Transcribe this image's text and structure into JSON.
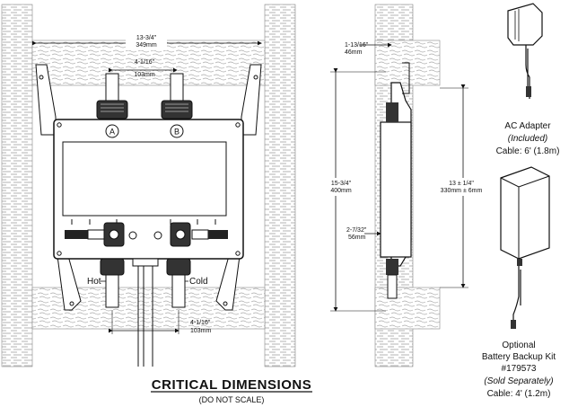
{
  "front_view": {
    "width_label": "13-3/4\"",
    "width_metric": "349mm",
    "inlet_spacing_label": "4-1/16\"",
    "inlet_spacing_metric": "103mm",
    "outlet_spacing_label": "4-1/16\"",
    "outlet_spacing_metric": "103mm",
    "port_a": "A",
    "port_b": "B",
    "hot_label": "Hot",
    "cold_label": "Cold"
  },
  "side_view": {
    "depth_label": "1-13/16\"",
    "depth_metric": "46mm",
    "height_label": "15-3/4\"",
    "height_metric": "400mm",
    "stud_label": "13 ± 1/4\"",
    "stud_metric": "330mm ± 6mm",
    "offset_label": "2-7/32\"",
    "offset_metric": "56mm"
  },
  "ac_adapter": {
    "name": "AC Adapter",
    "note": "(Included)",
    "cable": "Cable: 6' (1.8m)"
  },
  "battery": {
    "line1": "Optional",
    "line2": "Battery Backup Kit",
    "part": "#179573",
    "note": "(Sold Separately)",
    "cable": "Cable: 4' (1.2m)"
  },
  "footer": {
    "title": "CRITICAL DIMENSIONS",
    "subtitle": "(DO NOT SCALE)"
  }
}
